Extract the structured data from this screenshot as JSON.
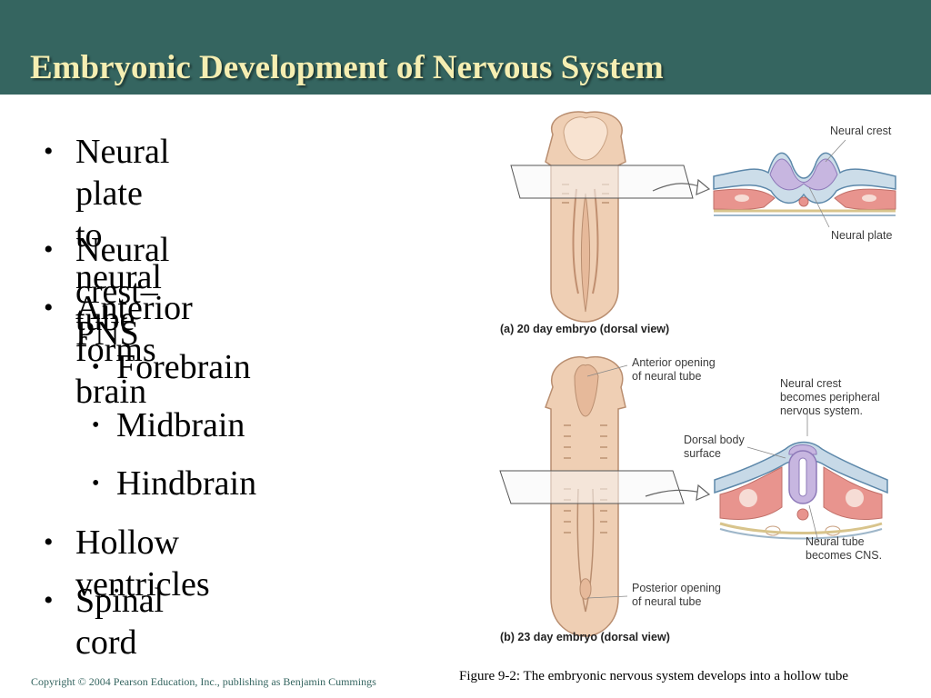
{
  "title": "Embryonic Development of Nervous System",
  "bullets": [
    {
      "text": "Neural plate to neural",
      "text2": "tube"
    },
    {
      "text": "Neural crest–PNS"
    },
    {
      "text": "Anterior forms brain"
    },
    {
      "text": "Forebrain"
    },
    {
      "text": "Midbrain"
    },
    {
      "text": "Hindbrain"
    },
    {
      "text": "Hollow ventricles"
    },
    {
      "text": "Spinal cord"
    }
  ],
  "bullet_glyph": "•",
  "figure": {
    "panel_a": {
      "caption": "(a) 20 day embryo (dorsal view)",
      "label_neural_crest": "Neural crest",
      "label_neural_plate": "Neural plate"
    },
    "panel_b": {
      "caption": "(b) 23 day embryo (dorsal view)",
      "label_anterior_1": "Anterior opening",
      "label_anterior_2": "of neural tube",
      "label_crest_1": "Neural crest",
      "label_crest_2": "becomes peripheral",
      "label_crest_3": "nervous system.",
      "label_dorsal_1": "Dorsal body",
      "label_dorsal_2": "surface",
      "label_tube_1": "Neural tube",
      "label_tube_2": "becomes CNS.",
      "label_posterior_1": "Posterior opening",
      "label_posterior_2": "of neural tube"
    }
  },
  "figure_caption": "Figure 9-2: The embryonic nervous system develops into a hollow tube",
  "copyright": "Copyright © 2004 Pearson Education, Inc., publishing as Benjamin Cummings",
  "colors": {
    "title_bar": "#356560",
    "title_text": "#f5eeb2",
    "tissue": "#efcfb4",
    "mesoderm": "#e8948e",
    "neural": "#c7b6e0",
    "ectoderm": "#8fb3cf"
  }
}
